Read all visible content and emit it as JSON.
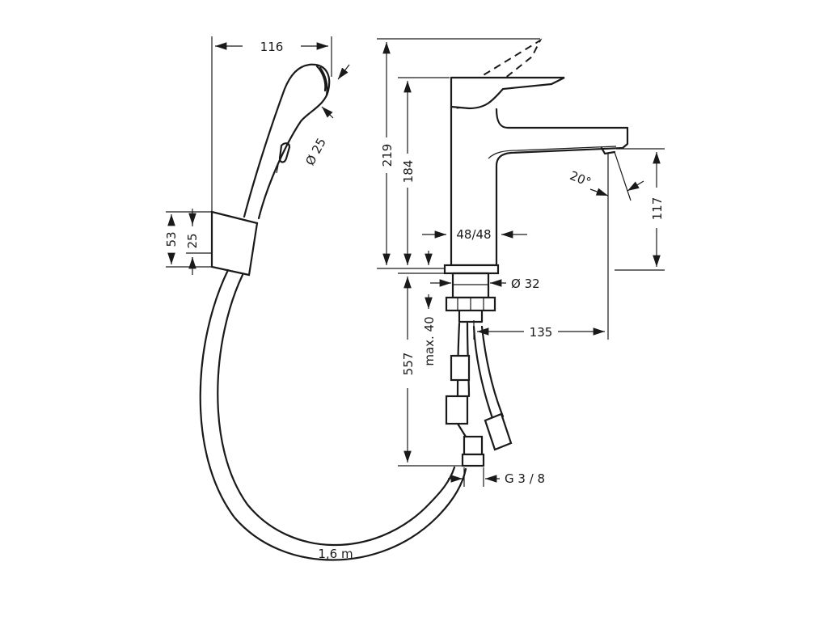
{
  "dimensions": {
    "handshower_width": "116",
    "nozzle_diameter": "Ø 25",
    "holder_height": "53",
    "holder_inner": "25",
    "total_height": "219",
    "spout_top_height": "184",
    "body_width": "48/48",
    "spout_angle": "20°",
    "spout_outlet_height": "117",
    "thread_diameter": "Ø 32",
    "max_thickness": "max. 40",
    "projection": "135",
    "hose_length_tails": "557",
    "connection": "G 3 / 8",
    "hose_length": "1,6 m"
  }
}
